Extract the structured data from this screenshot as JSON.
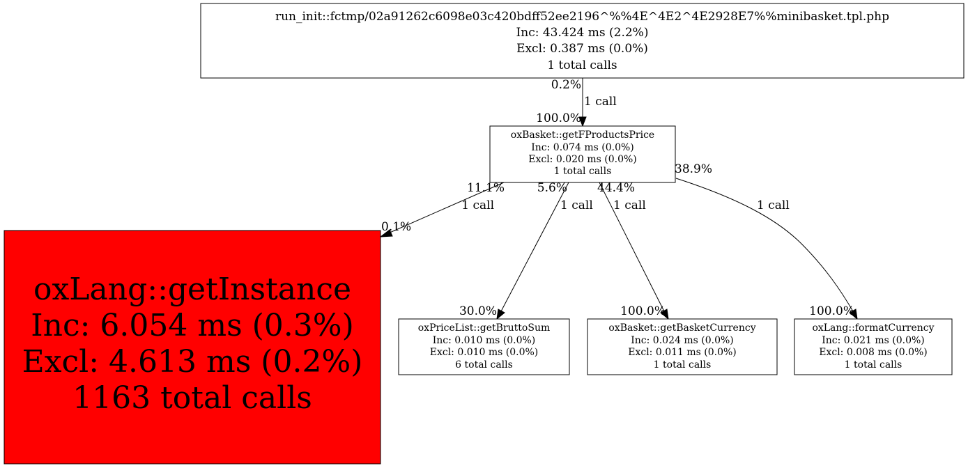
{
  "colors": {
    "hot_node": "#ff0000",
    "node_fill": "#ffffff",
    "stroke": "#000000"
  },
  "nodes": {
    "root": {
      "name": "run_init::fctmp/02a91262c6098e03c420bdff52ee2196^%%4E^4E2^4E2928E7%%minibasket.tpl.php",
      "inc": "Inc: 43.424 ms (2.2%)",
      "excl": "Excl: 0.387 ms (0.0%)",
      "calls": "1 total calls"
    },
    "getfproductsprice": {
      "name": "oxBasket::getFProductsPrice",
      "inc": "Inc: 0.074 ms (0.0%)",
      "excl": "Excl: 0.020 ms (0.0%)",
      "calls": "1 total calls"
    },
    "getinstance": {
      "name": "oxLang::getInstance",
      "inc": "Inc: 6.054 ms (0.3%)",
      "excl": "Excl: 4.613 ms (0.2%)",
      "calls": "1163 total calls"
    },
    "getbruttosum": {
      "name": "oxPriceList::getBruttoSum",
      "inc": "Inc: 0.010 ms (0.0%)",
      "excl": "Excl: 0.010 ms (0.0%)",
      "calls": "6 total calls"
    },
    "getbasketcurrency": {
      "name": "oxBasket::getBasketCurrency",
      "inc": "Inc: 0.024 ms (0.0%)",
      "excl": "Excl: 0.011 ms (0.0%)",
      "calls": "1 total calls"
    },
    "formatcurrency": {
      "name": "oxLang::formatCurrency",
      "inc": "Inc: 0.021 ms (0.0%)",
      "excl": "Excl: 0.008 ms (0.0%)",
      "calls": "1 total calls"
    }
  },
  "edges": {
    "root_to_fpp": {
      "tail": "0.2%",
      "label": "1 call",
      "head": "100.0%"
    },
    "fpp_to_instance": {
      "tail": "11.1%",
      "label": "1 call",
      "head": "0.1%"
    },
    "fpp_to_brutto": {
      "tail": "5.6%",
      "label": "1 call",
      "head": "30.0%"
    },
    "fpp_to_currency": {
      "tail": "44.4%",
      "label": "1 call",
      "head": "100.0%"
    },
    "fpp_to_format": {
      "tail": "38.9%",
      "label": "1 call",
      "head": "100.0%"
    }
  }
}
